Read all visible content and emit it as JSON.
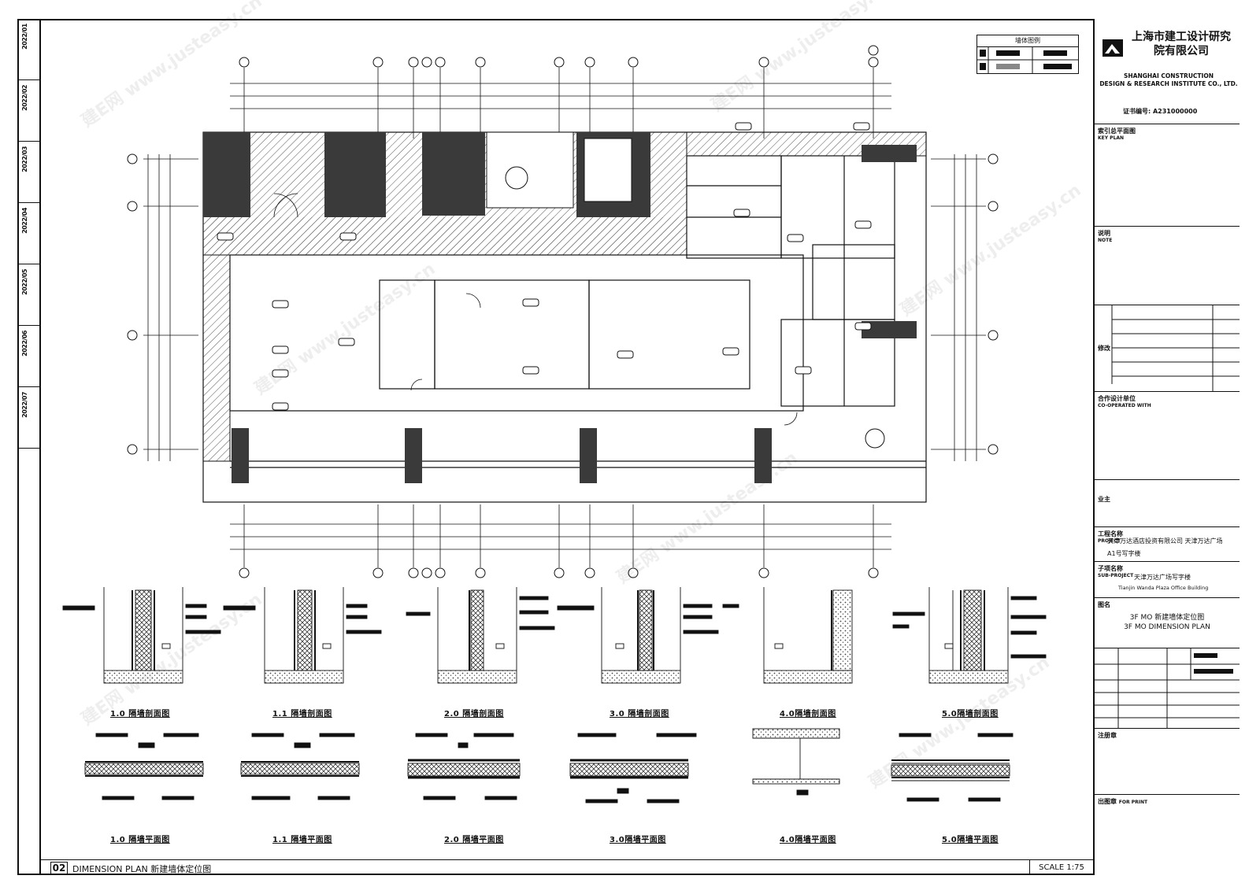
{
  "left_strip": {
    "cells": [
      "2022/01",
      "2022/02",
      "2022/03",
      "2022/04",
      "2022/05",
      "2022/06",
      "2022/07"
    ]
  },
  "title_block": {
    "company_cn": "上海市建工设计研究院有限公司",
    "company_en_line1": "SHANGHAI CONSTRUCTION",
    "company_en_line2": "DESIGN & RESEARCH INSTITUTE CO., LTD.",
    "cert": "证书编号: A231000000",
    "key_plan_label": "索引总平面图",
    "key_plan_en": "KEY PLAN",
    "notes_label": "说明",
    "notes_en": "NOTE",
    "revision_label": "修改",
    "seal_label": "合作设计单位",
    "seal_en": "CO-OPERATED WITH",
    "owner_label": "业主",
    "project_label": "工程名称",
    "project_en": "PROJECT",
    "project_text": "天津万达酒店投资有限公司 天津万达广场",
    "project_text2": "A1号写字楼",
    "sub_project_label": "子项名称",
    "sub_project_en": "SUB-PROJECT",
    "sub_project_text": "天津万达广场写字楼",
    "sub_project_text2": "Tianjin Wanda Plaza Office Building",
    "drawing_label": "图名",
    "drawing_title_cn": "3F MO 新建墙体定位图",
    "drawing_title_en": "3F MO DIMENSION PLAN",
    "bottom_label1": "注册章",
    "bottom_label2": "出图章",
    "bottom_label2_en": "FOR PRINT"
  },
  "bottom_bar": {
    "sheet_num": "02",
    "title": "DIMENSION PLAN 新建墙体定位图",
    "scale": "SCALE 1:75"
  },
  "legend": {
    "title": "墙体图例"
  },
  "sections_top": [
    {
      "label": "1.0 隔墙剖面图"
    },
    {
      "label": "1.1 隔墙剖面图"
    },
    {
      "label": "2.0 隔墙剖面图"
    },
    {
      "label": "3.0 隔墙剖面图"
    },
    {
      "label": "4.0隔墙剖面图"
    },
    {
      "label": "5.0隔墙剖面图"
    }
  ],
  "sections_bottom": [
    {
      "label": "1.0 隔墙平面图"
    },
    {
      "label": "1.1 隔墙平面图"
    },
    {
      "label": "2.0 隔墙平面图"
    },
    {
      "label": "3.0隔墙平面图"
    },
    {
      "label": "4.0隔墙平面图"
    },
    {
      "label": "5.0隔墙平面图"
    }
  ],
  "colors": {
    "line": "#111111",
    "hatch": "#555555",
    "dark_fill": "#3a3a3a"
  }
}
